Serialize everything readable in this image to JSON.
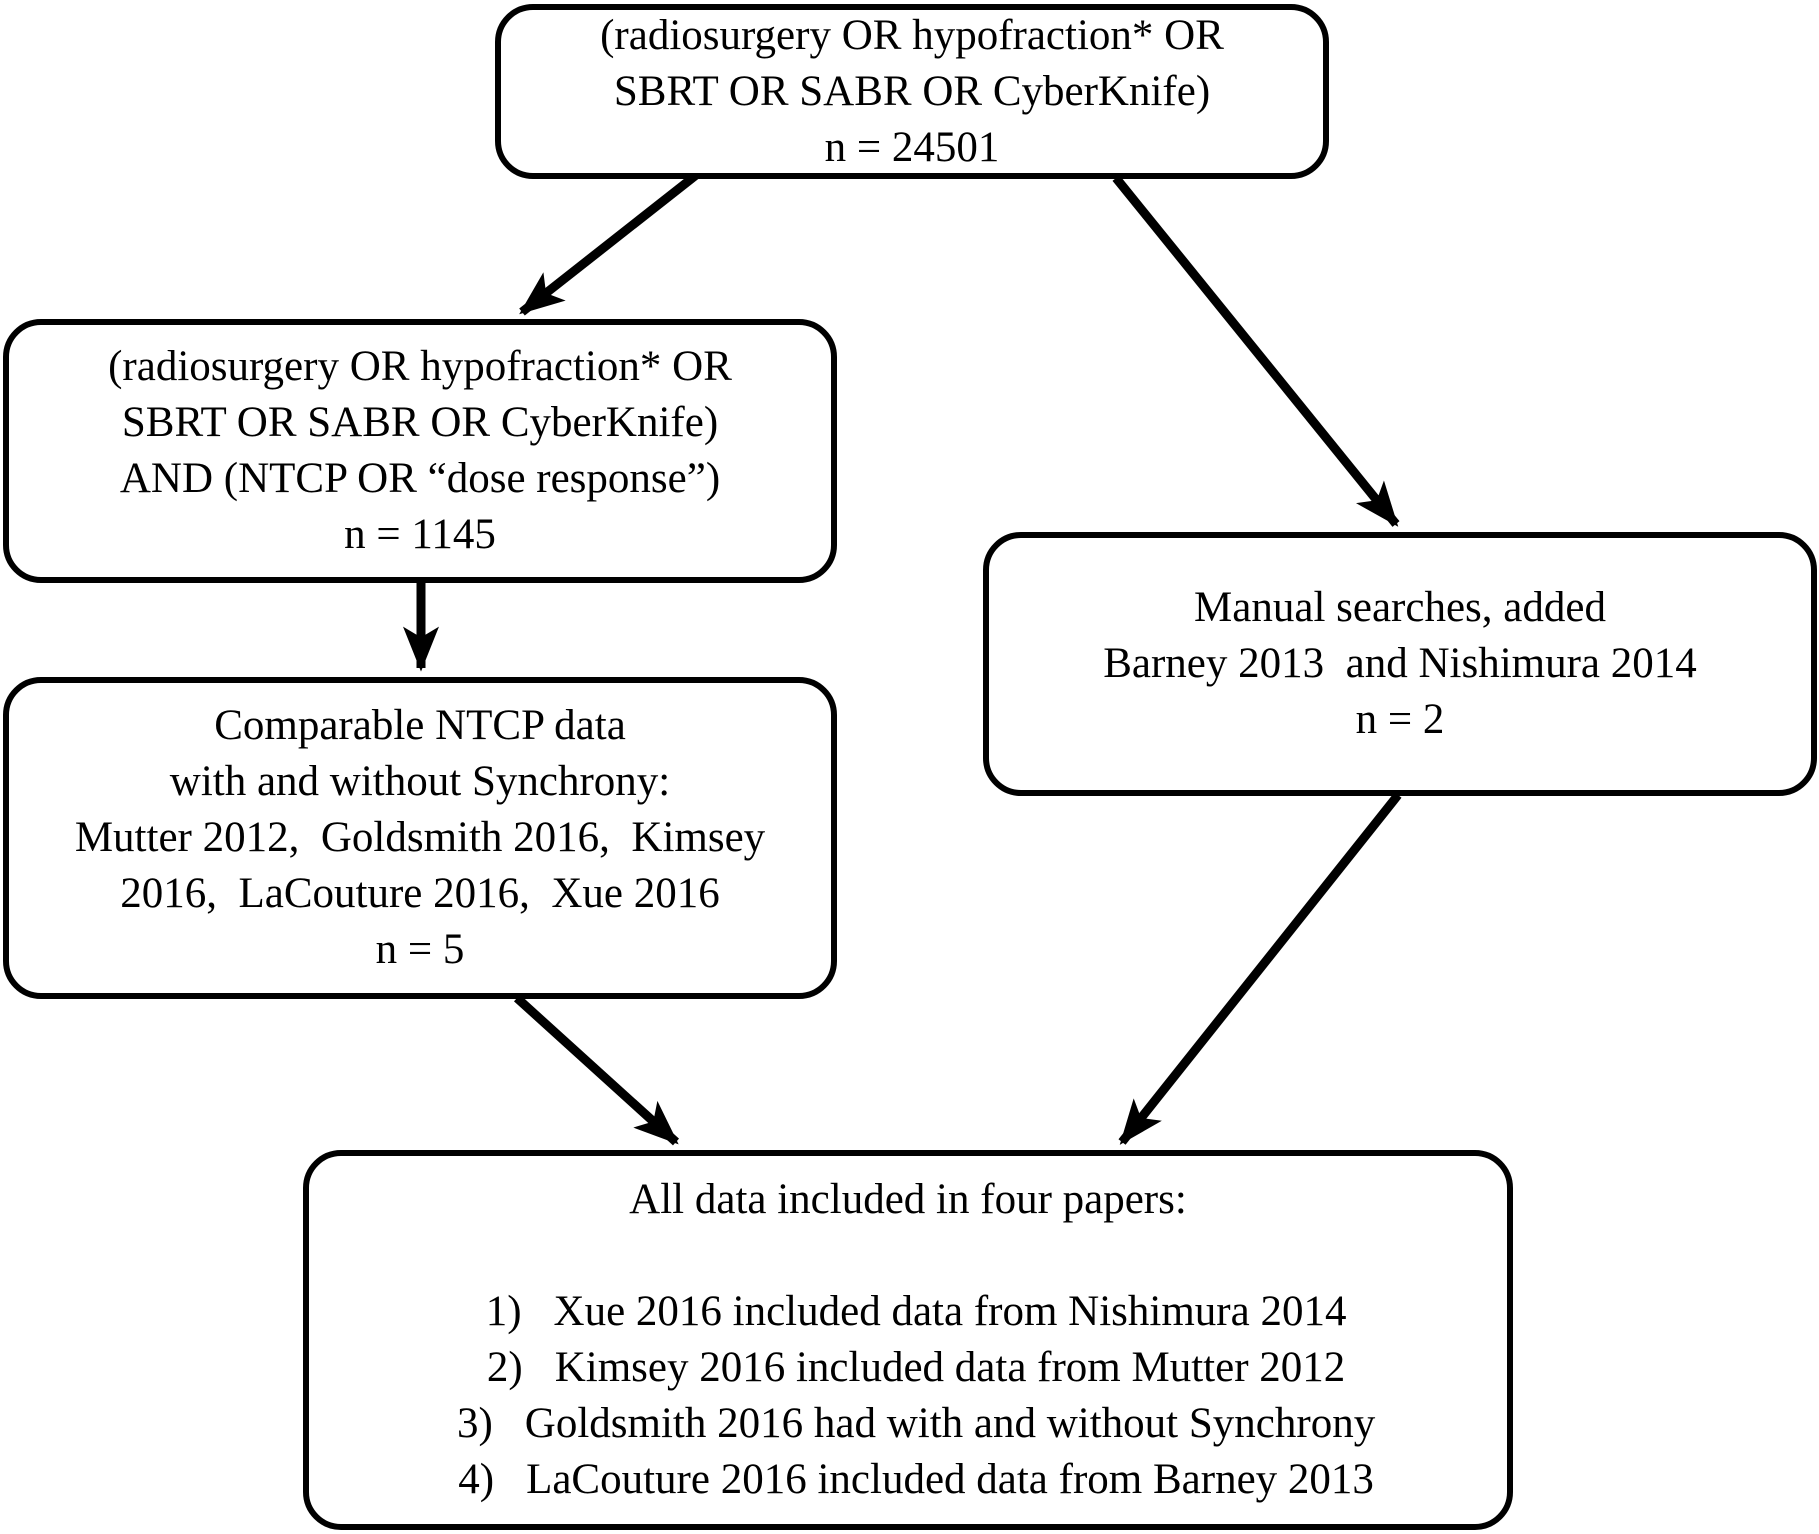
{
  "boxes": {
    "search_all": {
      "lines": [
        "(radiosurgery OR hypofraction* OR",
        "SBRT OR SABR OR CyberKnife)",
        "n = 24501"
      ]
    },
    "search_ntcp": {
      "lines": [
        "(radiosurgery OR hypofraction* OR",
        "SBRT OR SABR OR CyberKnife)",
        "AND (NTCP OR “dose response”)",
        "n = 1145"
      ]
    },
    "manual": {
      "lines": [
        "Manual searches, added",
        "Barney 2013  and Nishimura 2014",
        "n = 2"
      ]
    },
    "comparable": {
      "lines": [
        "Comparable NTCP data",
        "with and without Synchrony:",
        "Mutter 2012,  Goldsmith 2016,  Kimsey",
        "2016,  LaCouture 2016,  Xue 2016",
        "n = 5"
      ]
    },
    "final": {
      "heading": "All data included in four papers:",
      "items": [
        {
          "num": "1)",
          "text": "Xue 2016 included data from Nishimura 2014"
        },
        {
          "num": "2)",
          "text": "Kimsey 2016 included data from Mutter 2012"
        },
        {
          "num": "3)",
          "text": "Goldsmith 2016 had with and without Synchrony"
        },
        {
          "num": "4)",
          "text": "LaCouture 2016 included data from Barney 2013"
        }
      ]
    }
  },
  "colors": {
    "stroke": "#000000",
    "background": "#ffffff"
  }
}
